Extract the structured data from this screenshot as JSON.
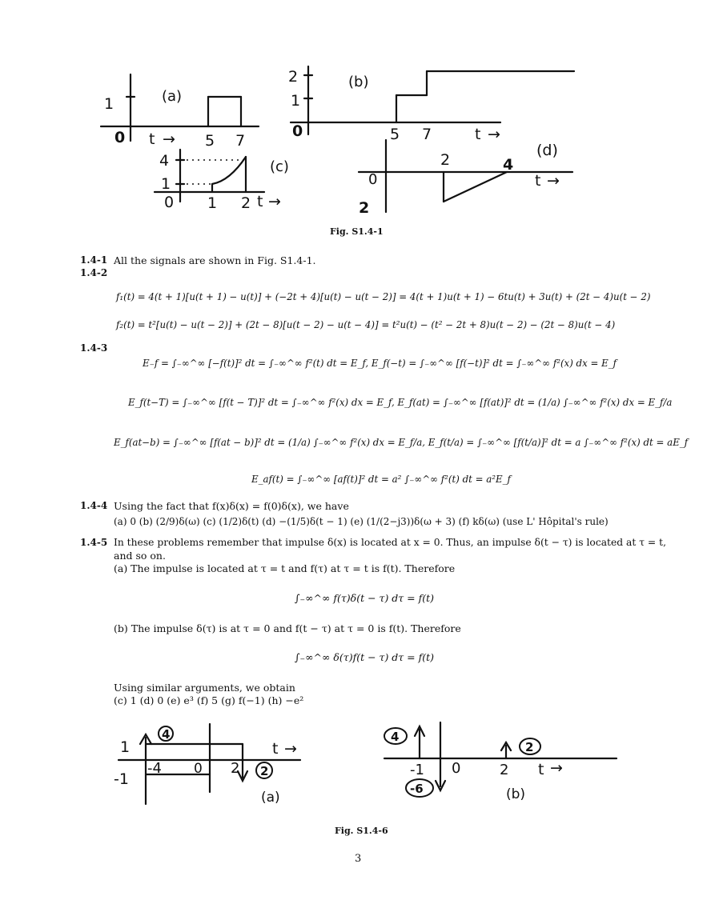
{
  "fig1": {
    "caption": "Fig. S1.4-1",
    "a": {
      "label": "(a)",
      "y1": "1",
      "origin": "0",
      "t": "t",
      "t1": "5",
      "t2": "7"
    },
    "b": {
      "label": "(b)",
      "y1": "1",
      "y2": "2",
      "origin": "0",
      "t": "t",
      "t1": "5",
      "t2": "7"
    },
    "c": {
      "label": "(c)",
      "y1": "1",
      "y4": "4",
      "origin": "0",
      "t": "t",
      "t1": "1",
      "t2": "2"
    },
    "d": {
      "label": "(d)",
      "origin": "0",
      "y2": "2",
      "t": "t",
      "t1": "2",
      "t2": "4"
    }
  },
  "p141": {
    "num": "1.4-1",
    "text": "All the signals are shown in Fig. S1.4-1."
  },
  "p142": {
    "num": "1.4-2",
    "eq1": "f₁(t) = 4(t + 1)[u(t + 1) − u(t)] + (−2t + 4)[u(t) − u(t − 2)] = 4(t + 1)u(t + 1) − 6tu(t) + 3u(t) + (2t − 4)u(t − 2)",
    "eq2": "f₂(t) = t²[u(t) − u(t − 2)] + (2t − 8)[u(t − 2) − u(t − 4)] = t²u(t) − (t² − 2t + 8)u(t − 2) − (2t − 8)u(t − 4)"
  },
  "p143": {
    "num": "1.4-3",
    "eq1": "E₋f = ∫₋∞^∞ [−f(t)]² dt = ∫₋∞^∞ f²(t) dt = E_f,   E_f(−t) = ∫₋∞^∞ [f(−t)]² dt = ∫₋∞^∞ f²(x) dx = E_f",
    "eq2": "E_f(t−T) = ∫₋∞^∞ [f(t − T)]² dt = ∫₋∞^∞ f²(x) dx = E_f,   E_f(at) = ∫₋∞^∞ [f(at)]² dt = (1/a) ∫₋∞^∞ f²(x) dx = E_f/a",
    "eq3": "E_f(at−b) = ∫₋∞^∞ [f(at − b)]² dt = (1/a) ∫₋∞^∞ f²(x) dx = E_f/a,   E_f(t/a) = ∫₋∞^∞ [f(t/a)]² dt = a ∫₋∞^∞ f²(x) dt = aE_f",
    "eq4": "E_af(t) = ∫₋∞^∞ [af(t)]² dt = a² ∫₋∞^∞ f²(t) dt = a²E_f"
  },
  "p144": {
    "num": "1.4-4",
    "text": "Using the fact that f(x)δ(x) = f(0)δ(x), we have",
    "answers": "(a) 0   (b) (2/9)δ(ω)   (c) (1/2)δ(t)   (d) −(1/5)δ(t − 1)   (e) (1/(2−j3))δ(ω + 3)   (f) kδ(ω) (use L' Hôpital's rule)"
  },
  "p145": {
    "num": "1.4-5",
    "text1": "In these problems remember that impulse δ(x) is located at x = 0. Thus, an impulse δ(t − τ) is located at τ = t,",
    "text2": "and so on.",
    "a_text": "(a) The impulse is located at τ = t and f(τ) at τ = t is f(t). Therefore",
    "a_eq": "∫₋∞^∞ f(τ)δ(t − τ) dτ = f(t)",
    "b_text": "(b) The impulse δ(τ) is at τ = 0 and f(t − τ) at τ = 0 is f(t). Therefore",
    "b_eq": "∫₋∞^∞ δ(τ)f(t − τ) dτ = f(t)",
    "c_text": "Using similar arguments, we obtain",
    "c_answers": "(c) 1   (d) 0   (e) e³   (f) 5   (g) f(−1)   (h) −e²"
  },
  "fig6": {
    "caption": "Fig. S1.4-6",
    "a": {
      "label": "(a)",
      "y1": "1",
      "ym1": "-1",
      "tm4": "-4",
      "origin": "0",
      "t2": "2",
      "imp_up": "4",
      "imp_down": "2",
      "t": "t"
    },
    "b": {
      "label": "(b)",
      "tm1": "-1",
      "origin": "0",
      "t2": "2",
      "imp_up_left": "4",
      "imp_down": "-6",
      "imp_up_right": "2",
      "t": "t"
    }
  },
  "page_number": "3"
}
